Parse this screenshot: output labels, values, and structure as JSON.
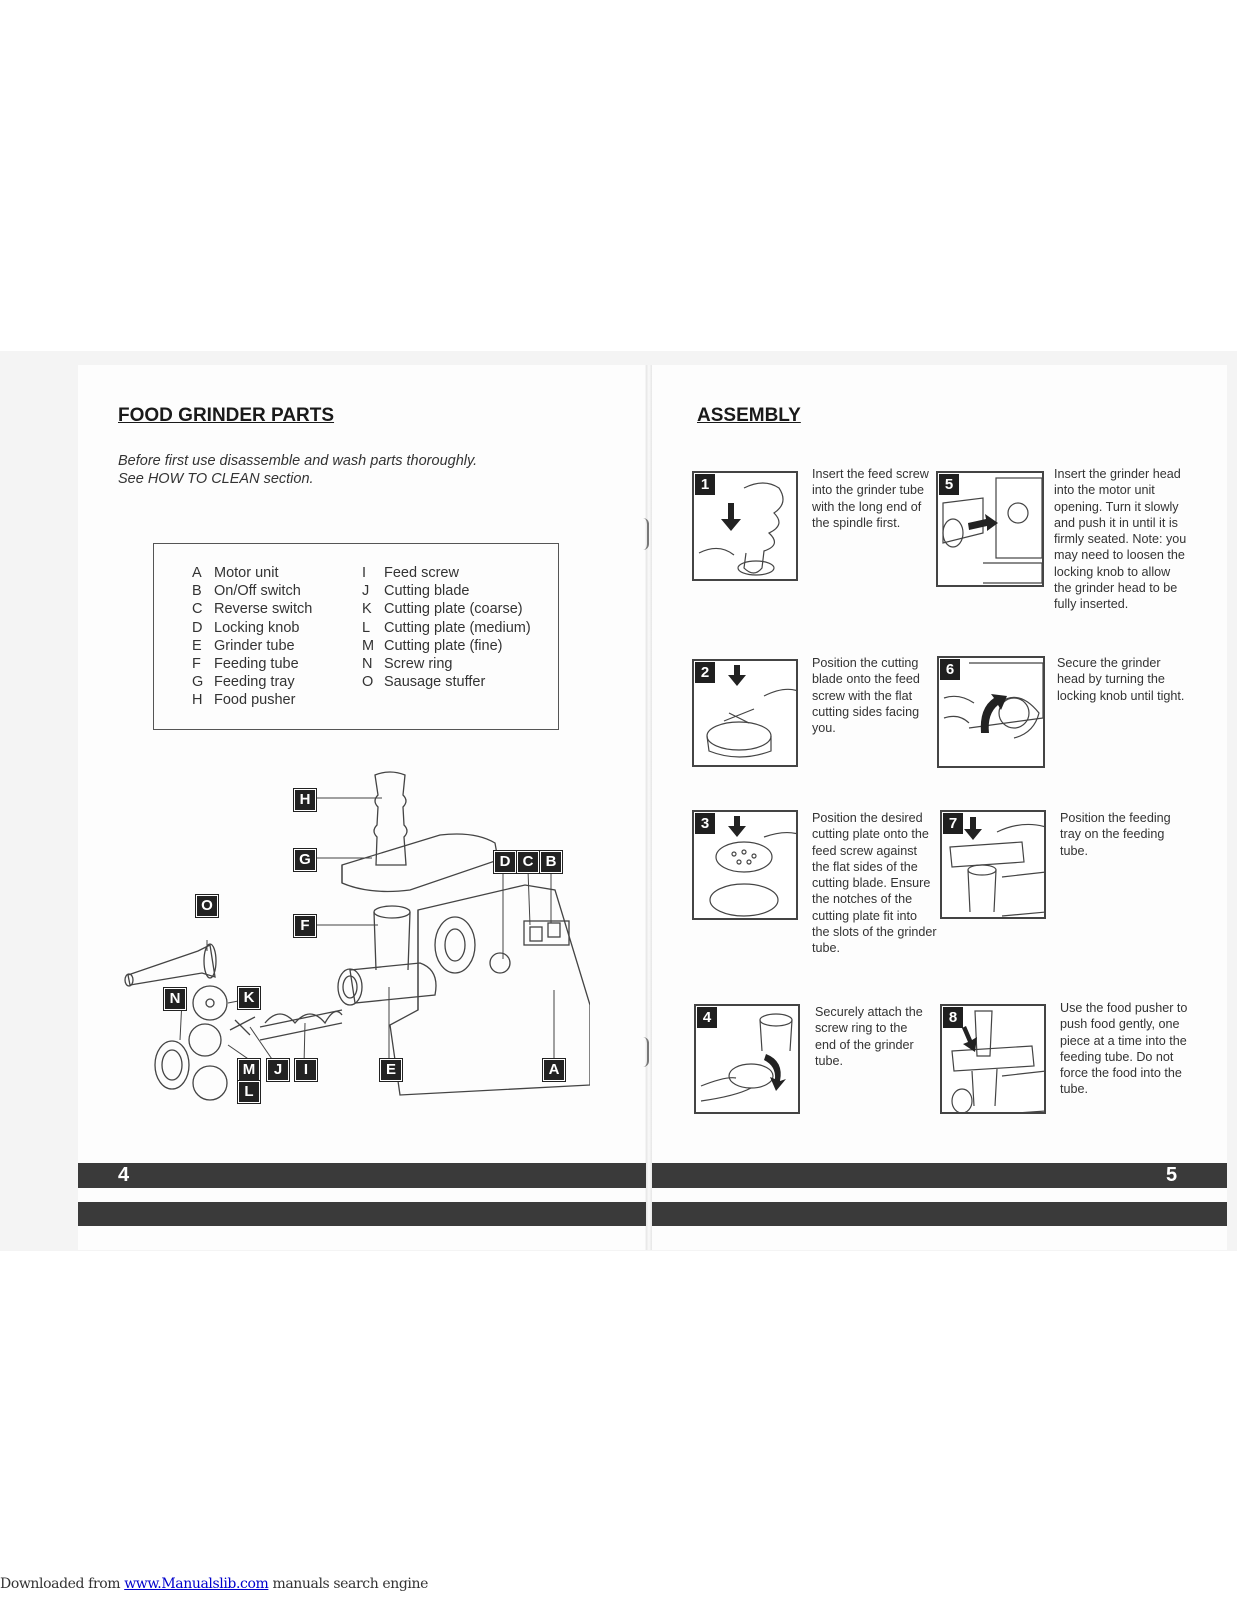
{
  "left_page": {
    "title": "FOOD GRINDER PARTS",
    "intro_line1": "Before first use disassemble and wash parts thoroughly.",
    "intro_line2": "See HOW TO CLEAN section.",
    "parts_col1": [
      {
        "letter": "A",
        "name": "Motor unit"
      },
      {
        "letter": "B",
        "name": "On/Off switch"
      },
      {
        "letter": "C",
        "name": "Reverse switch"
      },
      {
        "letter": "D",
        "name": "Locking knob"
      },
      {
        "letter": "E",
        "name": "Grinder tube"
      },
      {
        "letter": "F",
        "name": "Feeding tube"
      },
      {
        "letter": "G",
        "name": "Feeding tray"
      },
      {
        "letter": "H",
        "name": "Food pusher"
      }
    ],
    "parts_col2": [
      {
        "letter": "I",
        "name": "Feed screw"
      },
      {
        "letter": "J",
        "name": "Cutting blade"
      },
      {
        "letter": "K",
        "name": "Cutting plate (coarse)"
      },
      {
        "letter": "L",
        "name": "Cutting plate (medium)"
      },
      {
        "letter": "M",
        "name": "Cutting plate (fine)"
      },
      {
        "letter": "N",
        "name": "Screw ring"
      },
      {
        "letter": "O",
        "name": "Sausage stuffer"
      }
    ],
    "diagram_labels": {
      "H": "H",
      "G": "G",
      "F": "F",
      "O": "O",
      "N": "N",
      "K": "K",
      "M": "M",
      "J": "J",
      "I": "I",
      "L": "L",
      "E": "E",
      "A": "A",
      "D": "D",
      "C": "C",
      "B": "B"
    },
    "page_number": "4"
  },
  "right_page": {
    "title": "ASSEMBLY",
    "steps": [
      {
        "num": "1",
        "text": "Insert the feed screw into the grinder tube with the long end of the spindle first."
      },
      {
        "num": "2",
        "text": "Position the cutting blade onto the feed screw with the flat cutting sides facing you."
      },
      {
        "num": "3",
        "text": "Position the desired cutting plate onto the feed screw against the flat sides of the cutting blade. Ensure the notches of the cutting plate fit into the slots of the grinder tube."
      },
      {
        "num": "4",
        "text": "Securely attach the screw ring to the end of the grinder tube."
      },
      {
        "num": "5",
        "text": "Insert the grinder head into the motor unit opening. Turn it slowly and push it in until it is firmly seated. Note: you may need to loosen the locking knob to allow the grinder head to be fully inserted."
      },
      {
        "num": "6",
        "text": "Secure the grinder head by turning the locking knob until tight."
      },
      {
        "num": "7",
        "text": "Position the feeding tray on the feeding tube."
      },
      {
        "num": "8",
        "text": "Use the food pusher to push food gently, one piece at a time into the feeding tube. Do not force the food into the tube."
      }
    ],
    "page_number": "5"
  },
  "footer": {
    "prefix": "Downloaded from ",
    "link": "www.Manualslib.com",
    "suffix": " manuals search engine"
  }
}
